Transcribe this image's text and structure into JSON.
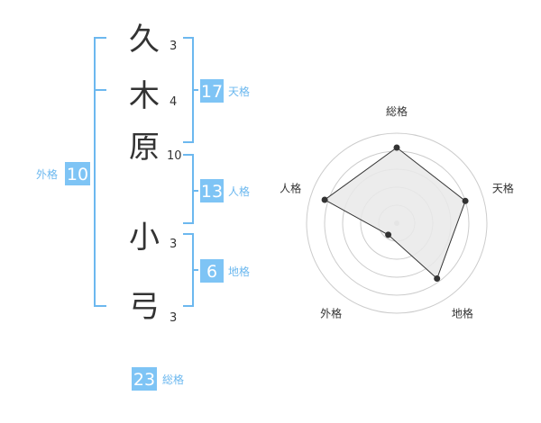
{
  "name": {
    "characters": [
      {
        "char": "久",
        "strokes": "3"
      },
      {
        "char": "木",
        "strokes": "4"
      },
      {
        "char": "原",
        "strokes": "10"
      },
      {
        "char": "小",
        "strokes": "3"
      },
      {
        "char": "弓",
        "strokes": "3"
      }
    ]
  },
  "kakusu": {
    "tenkaku": {
      "value": "17",
      "label": "天格"
    },
    "jinkaku": {
      "value": "13",
      "label": "人格"
    },
    "chikaku": {
      "value": "6",
      "label": "地格"
    },
    "gaikaku": {
      "value": "10",
      "label": "外格"
    },
    "soukaku": {
      "value": "23",
      "label": "総格"
    }
  },
  "colors": {
    "accent": "#6cb8ef",
    "badge": "#7ec4f5",
    "text": "#333333",
    "ring": "#cccccc",
    "fill": "#e9e9e9"
  },
  "chart_data": {
    "type": "radar",
    "axes": [
      "総格",
      "天格",
      "地格",
      "外格",
      "人格"
    ],
    "values": [
      0.84,
      0.8,
      0.76,
      0.16,
      0.84
    ],
    "range": [
      0,
      1
    ],
    "rings": 5
  }
}
